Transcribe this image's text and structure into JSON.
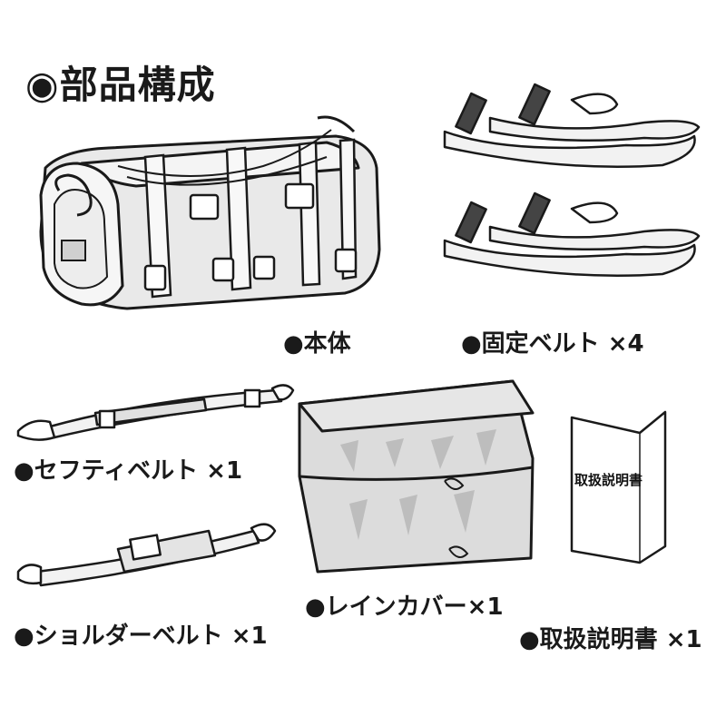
{
  "title": "◉部品構成",
  "items": [
    {
      "label": "●本体"
    },
    {
      "label": "●固定ベルト ×4"
    },
    {
      "label": "●セフティベルト ×1"
    },
    {
      "label": "●ショルダーベルト ×1"
    },
    {
      "label": "●レインカバー×1"
    },
    {
      "label": "●取扱説明書 ×1"
    }
  ],
  "manual": {
    "cover_text": "取扱説明書"
  }
}
